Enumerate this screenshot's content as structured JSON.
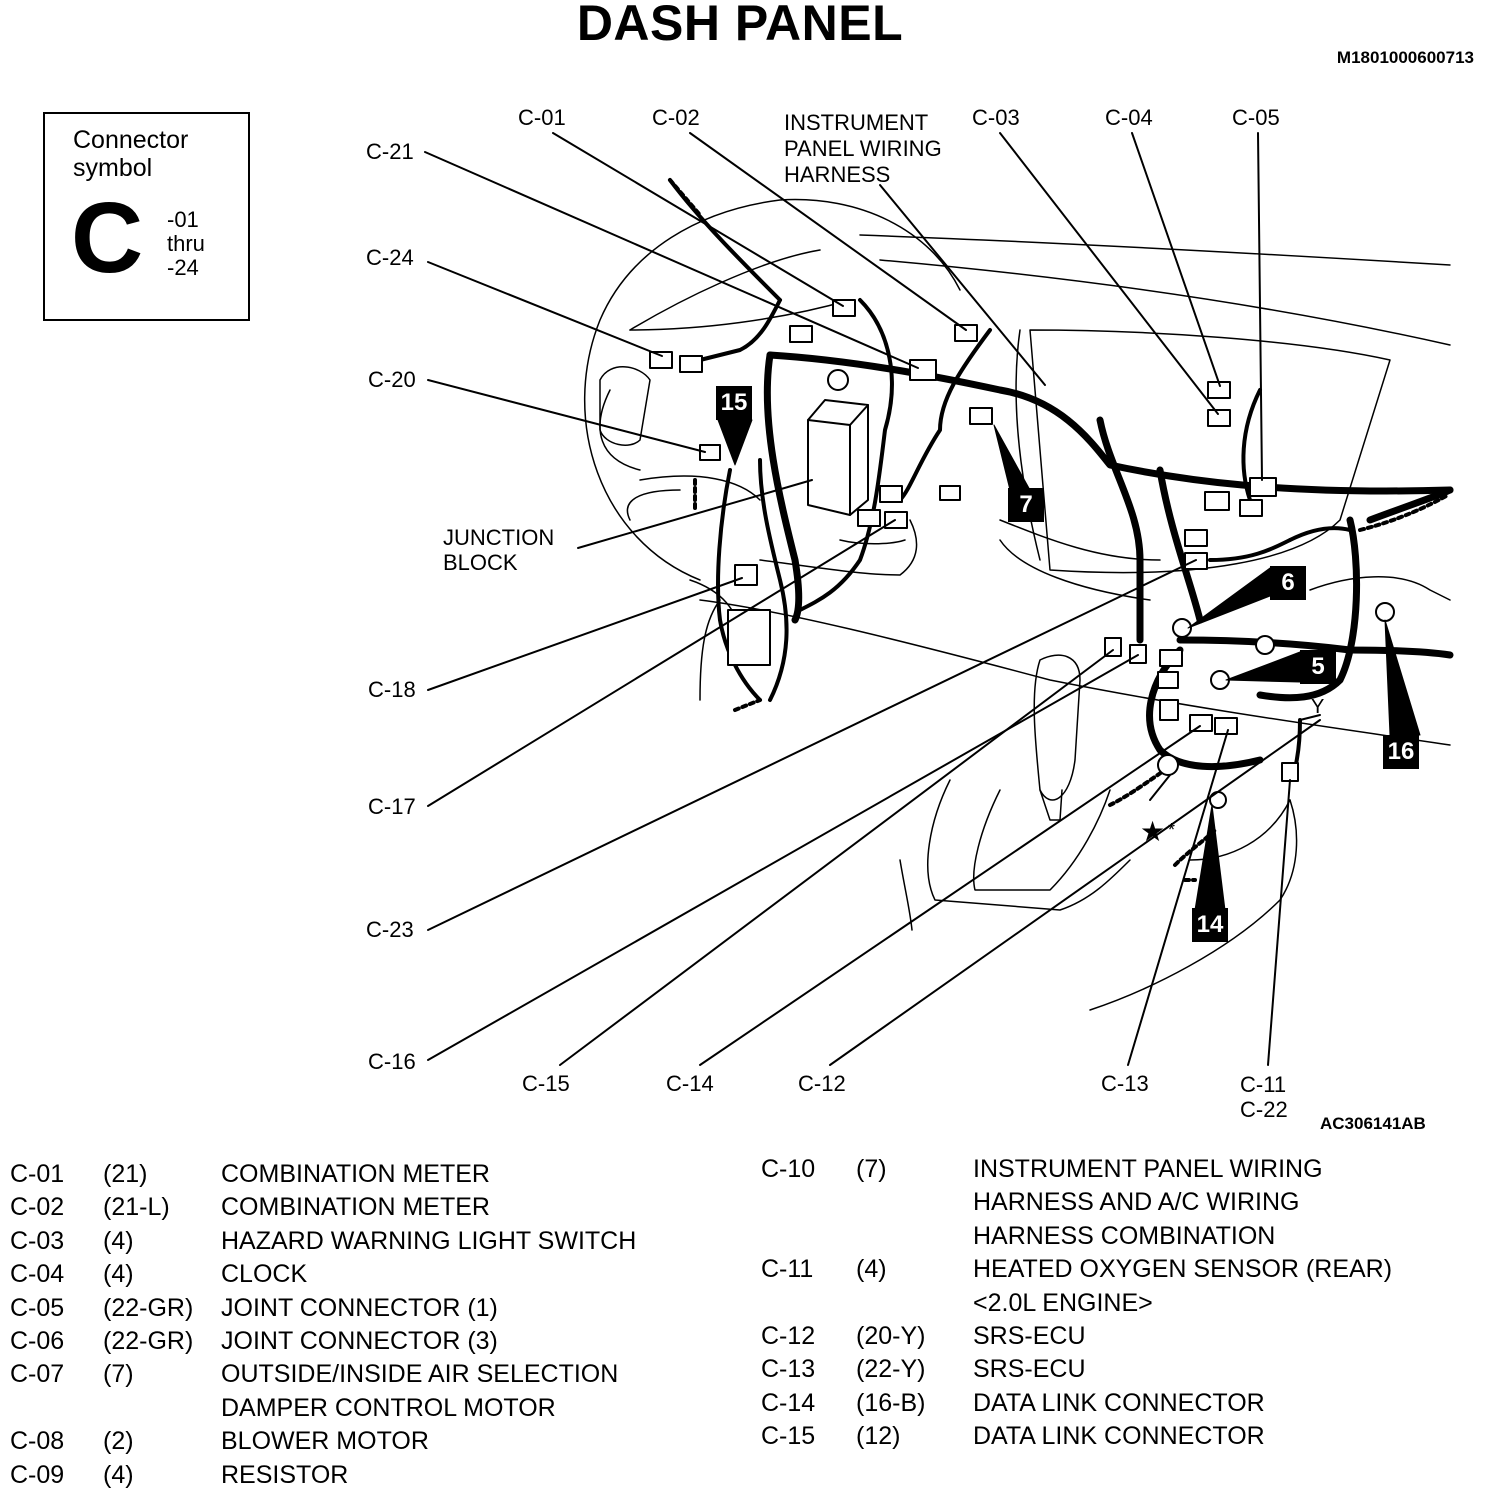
{
  "title": "DASH PANEL",
  "doc_id": "M1801000600713",
  "figure_id": "AC306141AB",
  "connector_symbol": {
    "label": "Connector\nsymbol",
    "letter": "C",
    "range": "-01\nthru\n-24"
  },
  "callouts": {
    "c01": "C-01",
    "c02": "C-02",
    "ipwh": "INSTRUMENT\nPANEL WIRING\nHARNESS",
    "c03": "C-03",
    "c04": "C-04",
    "c05": "C-05",
    "c21": "C-21",
    "c24": "C-24",
    "c20": "C-20",
    "jb": "JUNCTION\nBLOCK",
    "c18": "C-18",
    "c17": "C-17",
    "c23": "C-23",
    "c16": "C-16",
    "c15": "C-15",
    "c14": "C-14",
    "c12": "C-12",
    "c13": "C-13",
    "c11_22": "C-11\nC-22",
    "y": "Y",
    "star": "★",
    "asterisk": "*"
  },
  "markers": {
    "m15": "15",
    "m7": "7",
    "m6": "6",
    "m5": "5",
    "m16": "16",
    "m14": "14"
  },
  "connectors_left": [
    {
      "code": "C-01",
      "pins": "(21)",
      "name": "COMBINATION METER"
    },
    {
      "code": "C-02",
      "pins": "(21-L)",
      "name": "COMBINATION METER"
    },
    {
      "code": "C-03",
      "pins": "(4)",
      "name": "HAZARD WARNING LIGHT SWITCH"
    },
    {
      "code": "C-04",
      "pins": "(4)",
      "name": "CLOCK"
    },
    {
      "code": "C-05",
      "pins": "(22-GR)",
      "name": "JOINT CONNECTOR (1)"
    },
    {
      "code": "C-06",
      "pins": "(22-GR)",
      "name": "JOINT CONNECTOR (3)"
    },
    {
      "code": "C-07",
      "pins": "(7)",
      "name": "OUTSIDE/INSIDE AIR SELECTION"
    },
    {
      "code": "",
      "pins": "",
      "name": "DAMPER CONTROL MOTOR"
    },
    {
      "code": "C-08",
      "pins": "(2)",
      "name": "BLOWER MOTOR"
    },
    {
      "code": "C-09",
      "pins": "(4)",
      "name": "RESISTOR"
    }
  ],
  "connectors_right": [
    {
      "code": "C-10",
      "pins": "(7)",
      "name": "INSTRUMENT PANEL WIRING"
    },
    {
      "code": "",
      "pins": "",
      "name": "HARNESS AND A/C WIRING"
    },
    {
      "code": "",
      "pins": "",
      "name": "HARNESS COMBINATION"
    },
    {
      "code": "C-11",
      "pins": "(4)",
      "name": "HEATED OXYGEN SENSOR (REAR)"
    },
    {
      "code": "",
      "pins": "",
      "name": "<2.0L ENGINE>"
    },
    {
      "code": "C-12",
      "pins": "(20-Y)",
      "name": "SRS-ECU"
    },
    {
      "code": "C-13",
      "pins": "(22-Y)",
      "name": "SRS-ECU"
    },
    {
      "code": "C-14",
      "pins": "(16-B)",
      "name": "DATA LINK CONNECTOR"
    },
    {
      "code": "C-15",
      "pins": "(12)",
      "name": "DATA LINK CONNECTOR"
    }
  ]
}
